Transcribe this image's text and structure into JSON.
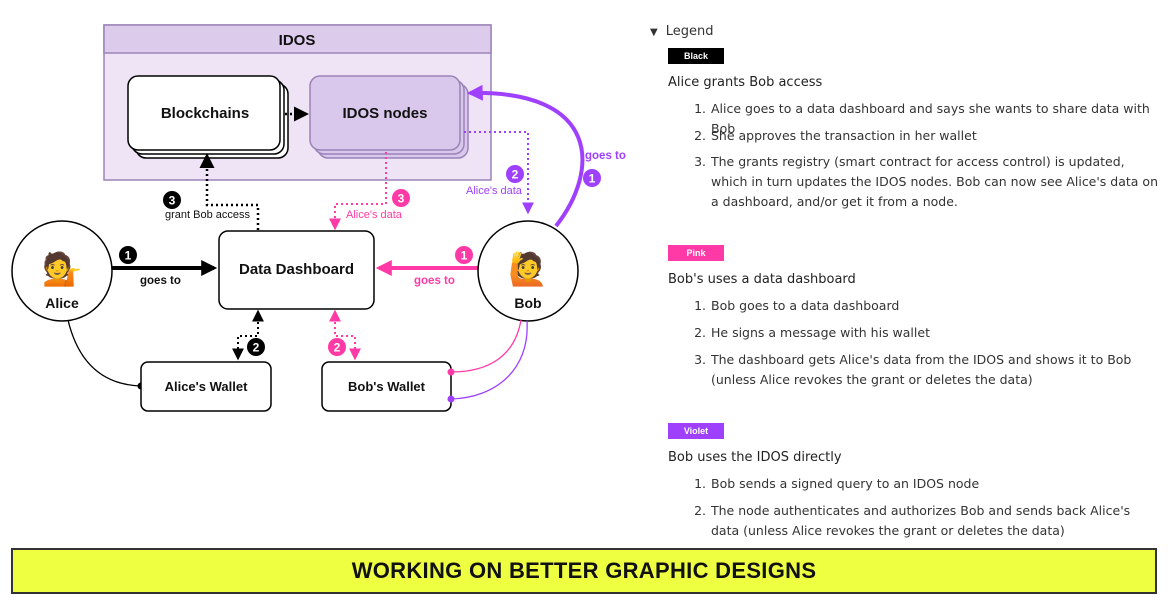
{
  "diagram": {
    "idos_title": "IDOS",
    "blockchains": "Blockchains",
    "idos_nodes": "IDOS nodes",
    "data_dashboard": "Data Dashboard",
    "alice": "Alice",
    "bob": "Bob",
    "alice_wallet": "Alice's Wallet",
    "bob_wallet": "Bob's Wallet",
    "goes_to": "goes to",
    "alices_data": "Alice's data",
    "grant_bob_access": "grant Bob access",
    "alice_emoji": "💁",
    "bob_emoji": "🙋",
    "badges": {
      "one": "1",
      "two": "2",
      "three": "3"
    }
  },
  "colors": {
    "black": "#000000",
    "pink": "#ff3aa6",
    "violet": "#a040ff",
    "idos_bg": "#eee4f5",
    "idos_header": "#dccbea",
    "idos_border": "#9b84b8",
    "banner": "#eeff41"
  },
  "legend": {
    "heading": "Legend",
    "sections": [
      {
        "tag": "Black",
        "title": "Alice grants Bob access",
        "items": [
          "Alice goes to a data dashboard and says she wants to share data with Bob",
          "She approves the transaction in her wallet",
          "The grants registry (smart contract for access control) is updated, which in turn updates the IDOS nodes. Bob can now see Alice's data on a dashboard, and/or get it from a node."
        ]
      },
      {
        "tag": "Pink",
        "title": "Bob's uses a data dashboard",
        "items": [
          "Bob goes to a data dashboard",
          "He signs a message with his wallet",
          "The dashboard gets Alice's data from the IDOS and shows it to Bob (unless Alice revokes the grant or deletes the data)"
        ]
      },
      {
        "tag": "Violet",
        "title": "Bob uses the IDOS directly",
        "items": [
          "Bob sends a signed query to an IDOS node",
          "The node authenticates and authorizes Bob and sends back Alice's data (unless Alice revokes the grant or deletes the data)"
        ]
      }
    ]
  },
  "banner": "WORKING ON BETTER GRAPHIC DESIGNS"
}
